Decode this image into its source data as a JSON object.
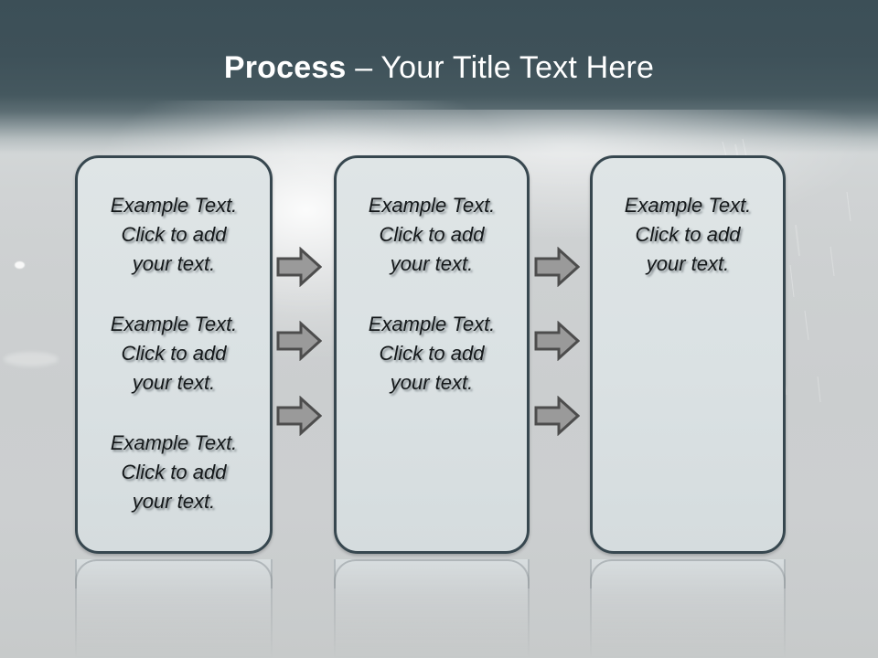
{
  "slide": {
    "title_strong": "Process",
    "title_rest": " – Your Title Text Here",
    "background_top_color": "#3c4f57",
    "background_bottom_color": "#cbcecf",
    "title_color": "#ffffff"
  },
  "diagram": {
    "type": "process-flow",
    "box_fill_color": "#dde4e6",
    "box_border_color": "#37474f",
    "arrow_fill_color": "#9a9a9a",
    "arrow_border_color": "#4d4d4d",
    "text_color": "#14181a",
    "columns": [
      {
        "name": "column-1",
        "blocks": [
          "Example Text.\nClick  to add\nyour text.",
          "Example Text.\nClick  to add\nyour text.",
          "Example Text.\nClick  to add\nyour text."
        ]
      },
      {
        "name": "column-2",
        "blocks": [
          "Example Text.\nClick  to add\nyour text.",
          "Example Text.\nClick  to add\nyour text."
        ]
      },
      {
        "name": "column-3",
        "blocks": [
          "Example Text.\nClick  to add\nyour text."
        ]
      }
    ],
    "connectors": [
      {
        "name": "arrow-1-1",
        "gap": 1,
        "row": 1
      },
      {
        "name": "arrow-1-2",
        "gap": 1,
        "row": 2
      },
      {
        "name": "arrow-1-3",
        "gap": 1,
        "row": 3
      },
      {
        "name": "arrow-2-1",
        "gap": 2,
        "row": 1
      },
      {
        "name": "arrow-2-2",
        "gap": 2,
        "row": 2
      },
      {
        "name": "arrow-2-3",
        "gap": 2,
        "row": 3
      }
    ]
  }
}
